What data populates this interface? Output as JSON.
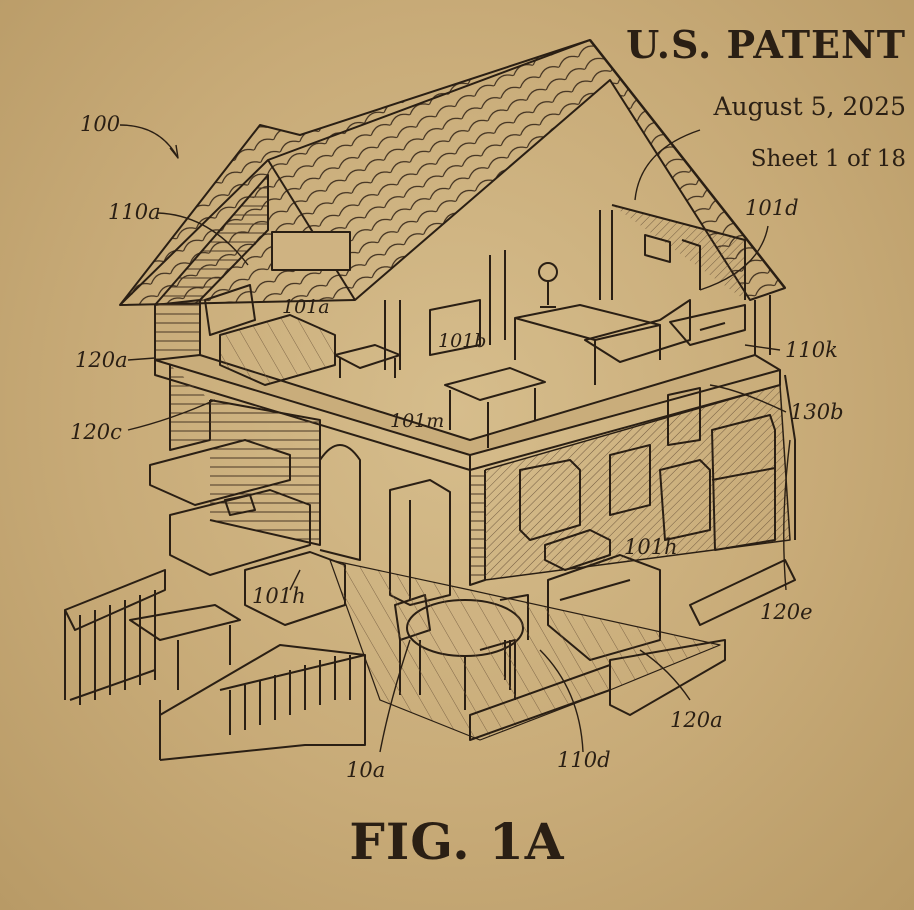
{
  "header": {
    "title": "U.S. PATENT",
    "date": "August 5, 2025",
    "sheet": "Sheet 1 of 18"
  },
  "figure_caption": "FIG. 1A",
  "labels": {
    "ref_100": "100",
    "ref_110a": "110a",
    "ref_101a": "101a",
    "ref_101b": "101b",
    "ref_101d": "101d",
    "ref_110k": "110k",
    "ref_120a_left": "120a",
    "ref_120c": "120c",
    "ref_101m": "101m",
    "ref_130b": "130b",
    "ref_101h_right": "101h",
    "ref_101h_left": "101h",
    "ref_120e": "120e",
    "ref_120a_bottom": "120a",
    "ref_10a": "10a",
    "ref_110d": "110d"
  },
  "colors": {
    "paper": "#d6bd8c",
    "ink": "#2a1f14"
  }
}
